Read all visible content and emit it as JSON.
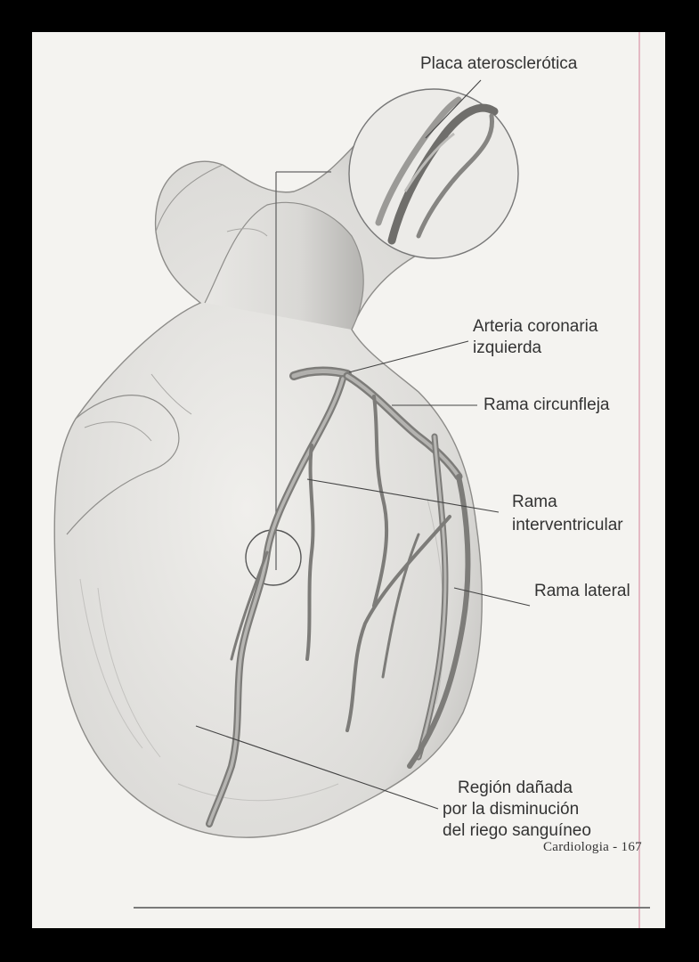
{
  "labels": {
    "placa": "Placa aterosclerótica",
    "arteria_line1": "Arteria coronaria",
    "arteria_line2": "izquierda",
    "circunfleja": "Rama circunfleja",
    "interventricular_line1": "Rama",
    "interventricular_line2": "interventricular",
    "lateral": "Rama lateral",
    "region_line1": "Región dañada",
    "region_line2": "por la disminución",
    "region_line3": "del riego sanguíneo"
  },
  "footer": {
    "folio": "Cardiologia - 167"
  },
  "colors": {
    "page": "#f4f3f0",
    "frame": "#000000",
    "ink": "#333333",
    "shading": "#b8b8b8",
    "margin_line": "#e4b9c4"
  }
}
